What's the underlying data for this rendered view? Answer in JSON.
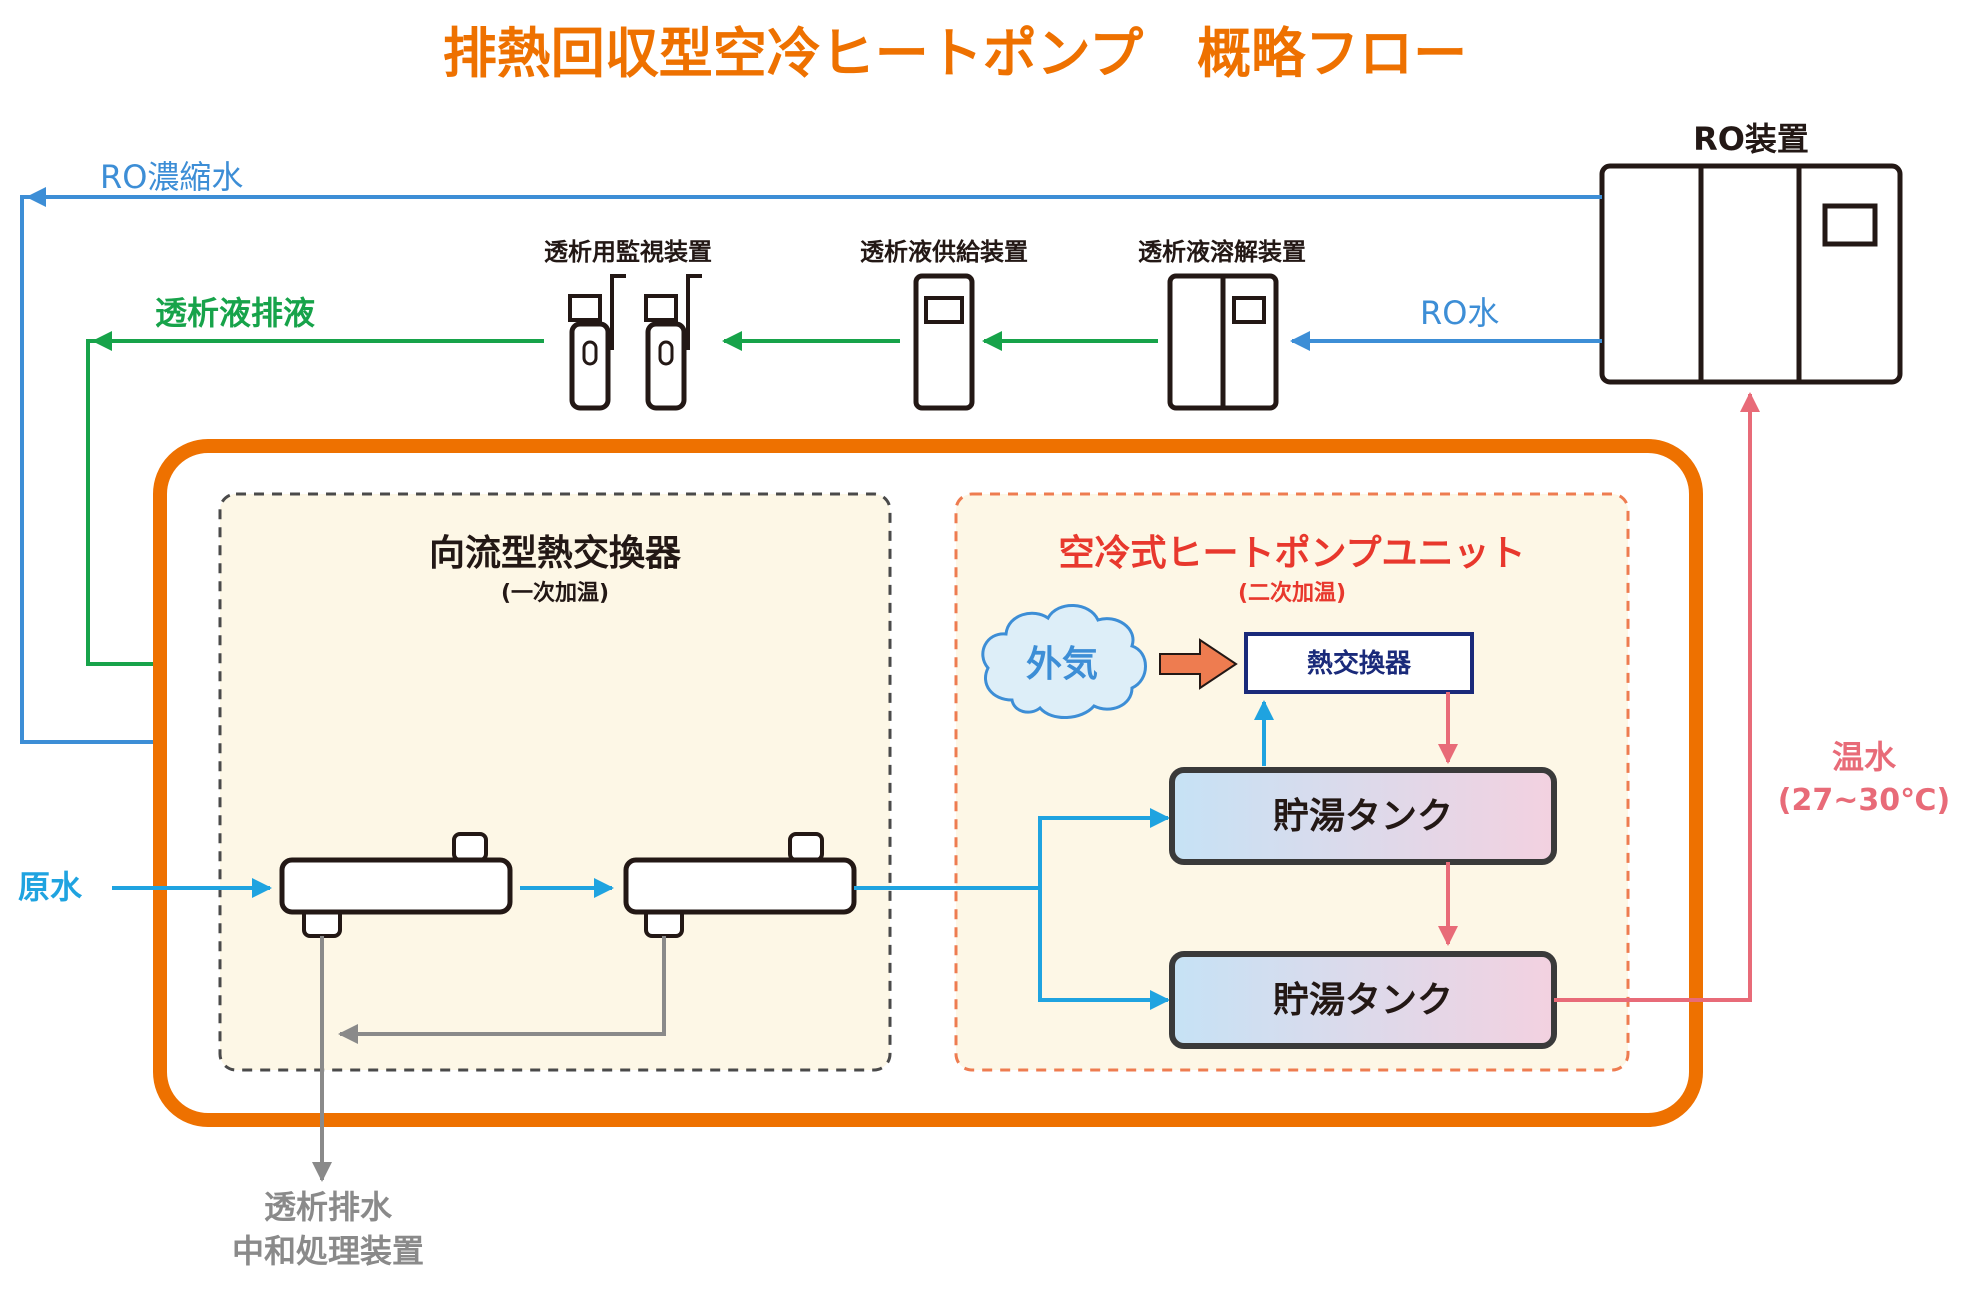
{
  "title": "排熱回収型空冷ヒートポンプ　概略フロー",
  "colors": {
    "title": "#ee7100",
    "orange_frame": "#ee7100",
    "blue": "#3d8ed6",
    "cyan": "#1fa3e0",
    "green": "#17a34a",
    "red": "#e86b78",
    "gray": "#8a8a8a",
    "dark": "#231815",
    "hp_title": "#e8382d",
    "navy": "#1a2a7a",
    "section_bg": "#fdf7e6"
  },
  "devices": {
    "ro_unit": "RO装置",
    "monitor": "透析用監視装置",
    "supply": "透析液供給装置",
    "dissolve": "透析液溶解装置"
  },
  "flows": {
    "ro_concentrate": "RO濃縮水",
    "dialysate_drain": "透析液排液",
    "ro_water": "RO水",
    "raw_water": "原水",
    "hot_water": "温水",
    "hot_water_temp": "(27~30℃)",
    "outside_air": "外気"
  },
  "sections": {
    "counterflow": {
      "title": "向流型熱交換器",
      "subtitle": "(一次加温)"
    },
    "heatpump": {
      "title": "空冷式ヒートポンプユニット",
      "subtitle": "(二次加温)"
    }
  },
  "heat_exchanger_label": "熱交換器",
  "tanks": [
    "貯湯タンク",
    "貯湯タンク"
  ],
  "output": {
    "line1": "透析排水",
    "line2": "中和処理装置"
  }
}
